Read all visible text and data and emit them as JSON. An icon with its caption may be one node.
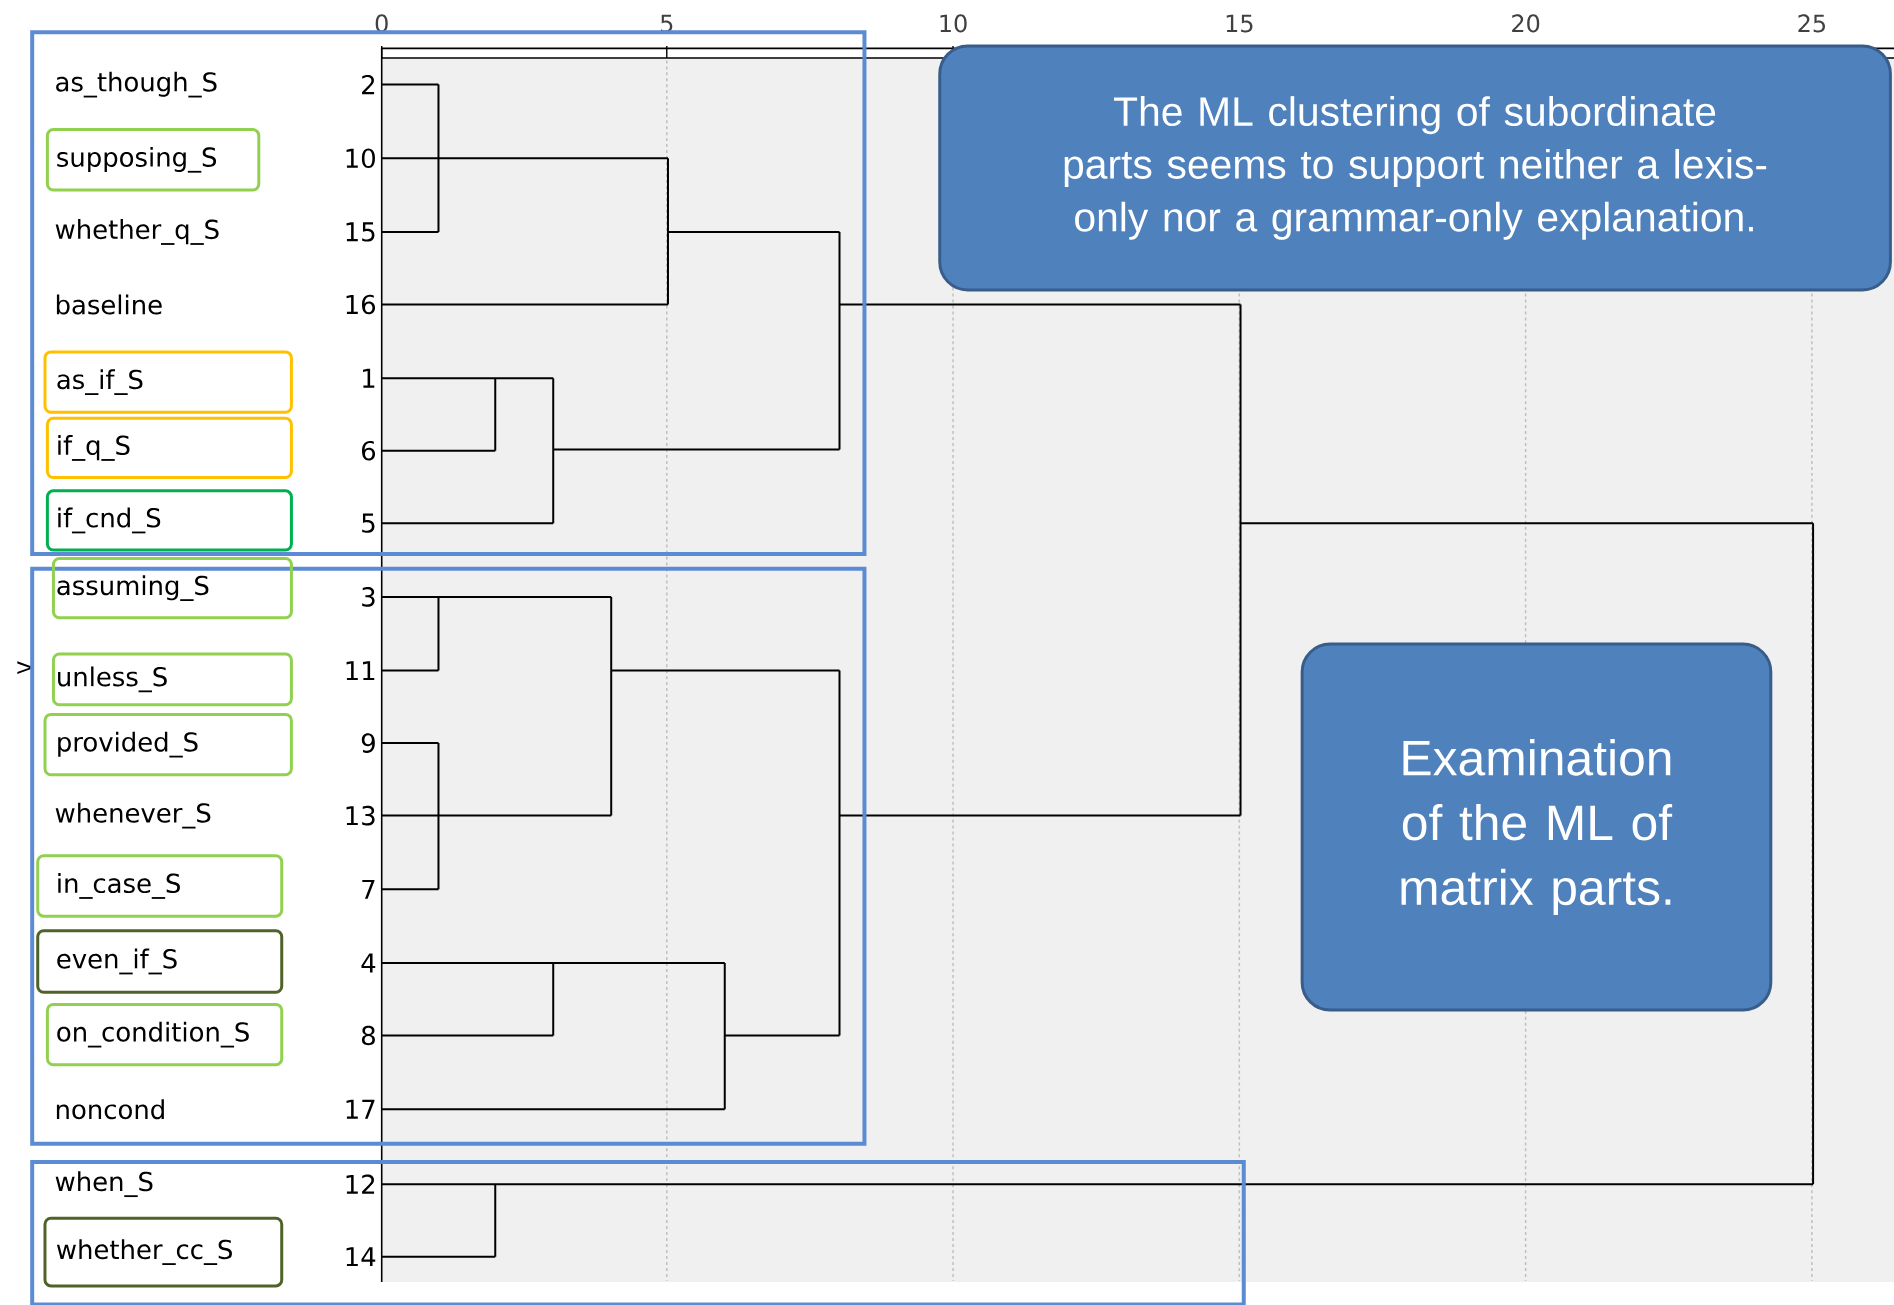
{
  "diagram": {
    "nodes": [
      {
        "text": [],
        "shape": "box"
      },
      {
        "text": [
          "as_though_S"
        ],
        "in": 0
      },
      {
        "text": [
          "supposing_S"
        ],
        "in": 0
      },
      {
        "text": [
          "whether_q_S"
        ],
        "in": 0
      },
      {
        "text": [
          "baseline"
        ],
        "in": 0
      },
      {
        "text": [
          "as_if_S"
        ],
        "in": 0
      },
      {
        "text": [
          "if_q_S"
        ],
        "in": 0
      },
      {
        "text": [
          "if_cnd_S"
        ],
        "in": 0
      },
      {
        "text": [],
        "shape": "box"
      },
      {
        "text": [
          "assuming_S"
        ],
        "in": 8
      },
      {
        "text": [
          "unless_S"
        ],
        "in": 8
      },
      {
        "text": [
          "provided_S"
        ],
        "in": 8
      },
      {
        "text": [
          "whenever_S"
        ],
        "in": 8
      },
      {
        "text": [
          "in_case_S"
        ],
        "in": 8
      },
      {
        "text": [
          "even_if_S"
        ],
        "in": 8
      },
      {
        "text": [
          "on_condition_S"
        ],
        "in": 8
      },
      {
        "text": [
          "noncond"
        ],
        "in": 8
      },
      {
        "text": [],
        "shape": "box"
      },
      {
        "text": [
          "when_S"
        ],
        "in": 17
      },
      {
        "text": [
          "whether_cc_S"
        ],
        "in": 17
      },
      {
        "text": [
          "The ML clustering of subordinate parts seems to support neither a lexis-only nor a grammar-only explanation."
        ]
      },
      {
        "text": [
          "Examination of the ML of matrix parts."
        ]
      }
    ],
    "labels": [
      "0",
      "5",
      "10",
      "15",
      "20",
      "25",
      "2",
      "10",
      "15",
      "16",
      "1",
      "6",
      "5",
      "3",
      ">",
      "11",
      "9",
      "13",
      "7",
      "4",
      "8",
      "17",
      "12",
      "14"
    ]
  }
}
